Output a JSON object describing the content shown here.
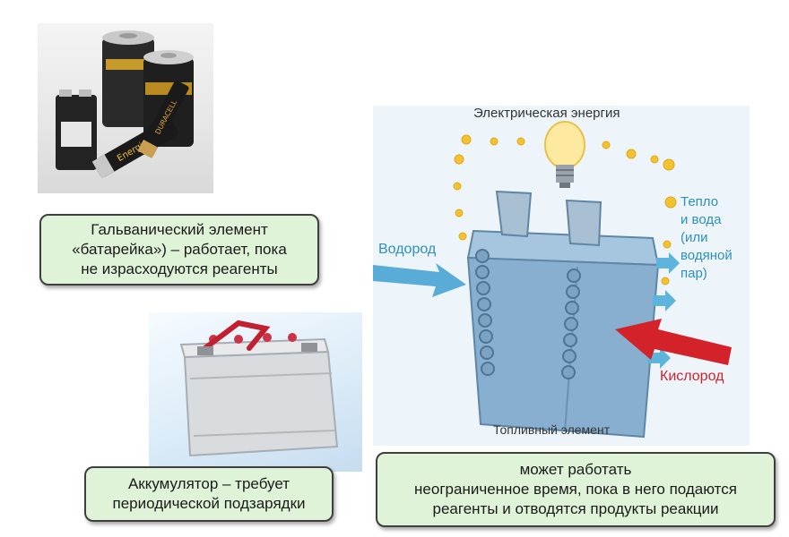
{
  "captions": {
    "galvanic": [
      "Гальванический элемент",
      "«батарейка») – работает, пока",
      "не израсходуются реагенты"
    ],
    "accumulator": [
      "Аккумулятор – требует",
      "периодической подзарядки"
    ],
    "fuel_cell": [
      "может работать",
      "неограниченное время, пока в него подаются",
      "реагенты и отводятся продукты реакции"
    ]
  },
  "fuel_cell_diagram": {
    "energy_label": "Электрическая энергия",
    "hydrogen_label": "Водород",
    "output_label": [
      "Тепло",
      "и вода",
      "(или",
      "водяной",
      "пар)"
    ],
    "oxygen_label": "Кислород",
    "cell_label": "Топливный элемент"
  },
  "photos": {
    "battery_brands": [
      "DURACELL",
      "Energizer"
    ]
  },
  "colors": {
    "caption_bg": "#dff3d8",
    "hydrogen": "#2e8fc2",
    "oxygen": "#d4222a",
    "output": "#2e8fc2",
    "cell_body": "#8fb4d2",
    "dots": "#f2c230"
  }
}
